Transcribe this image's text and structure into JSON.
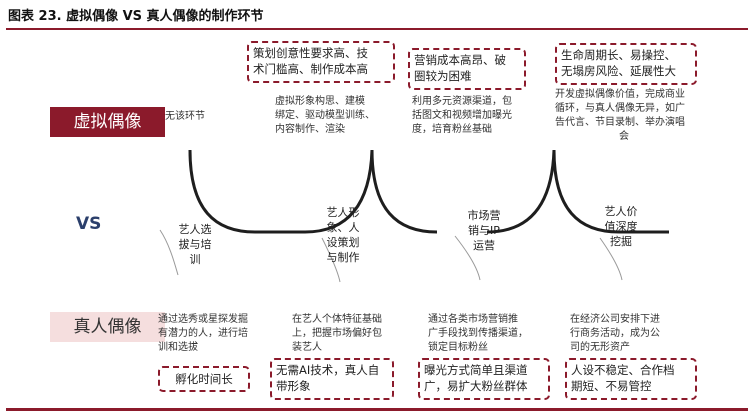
{
  "title": "图表 23. 虚拟偶像 VS 真人偶像的制作环节",
  "labels": {
    "virtual": "虚拟偶像",
    "vs": "VS",
    "real": "真人偶像"
  },
  "stages": [
    {
      "lines": [
        "艺人选",
        "拔与培",
        "训"
      ]
    },
    {
      "lines": [
        "艺人形",
        "象、人",
        "设策划",
        "与制作"
      ]
    },
    {
      "lines": [
        "市场营",
        "销与IP",
        "运营"
      ]
    },
    {
      "lines": [
        "艺人价",
        "值深度",
        "挖掘"
      ]
    }
  ],
  "virtual_desc": [
    {
      "lines": [
        "无该环节"
      ]
    },
    {
      "lines": [
        "虚拟形象构思、建模",
        "绑定、驱动模型训练、",
        "内容制作、渲染"
      ]
    },
    {
      "lines": [
        "利用多元资源渠道，包",
        "括图文和视频增加曝光",
        "度，培育粉丝基础"
      ]
    },
    {
      "lines": [
        "开发虚拟偶像价值，完成商业",
        "循环，与真人偶像无异，如广",
        "告代言、节目录制、举办演唱",
        "会"
      ]
    }
  ],
  "virtual_tags": [
    {
      "lines": [
        "策划创意性要求高、技",
        "术门槛高、制作成本高"
      ]
    },
    {
      "lines": [
        "营销成本高昂、破",
        "圈较为困难"
      ]
    },
    {
      "lines": [
        "生命周期长、易操控、",
        "无塌房风险、延展性大"
      ]
    }
  ],
  "real_desc": [
    {
      "lines": [
        "通过选秀或星探发掘",
        "有潜力的人，进行培",
        "训和选拔"
      ]
    },
    {
      "lines": [
        "在艺人个体特征基础",
        "上，把握市场偏好包",
        "装艺人"
      ]
    },
    {
      "lines": [
        "通过各类市场营销推",
        "广手段找到传播渠道，",
        "锁定目标粉丝"
      ]
    },
    {
      "lines": [
        "在经济公司安排下进",
        "行商务活动，成为公",
        "司的无形资产"
      ]
    }
  ],
  "real_tags": [
    {
      "lines": [
        "孵化时间长"
      ]
    },
    {
      "lines": [
        "无需AI技术，真人自",
        "带形象"
      ]
    },
    {
      "lines": [
        "曝光方式简单且渠道",
        "广，易扩大粉丝群体"
      ]
    },
    {
      "lines": [
        "人设不稳定、合作档",
        "期短、不易管控"
      ]
    }
  ],
  "colors": {
    "accent": "#8b1a2b",
    "accent_light": "#f5dede",
    "vs": "#2b3f6b"
  }
}
